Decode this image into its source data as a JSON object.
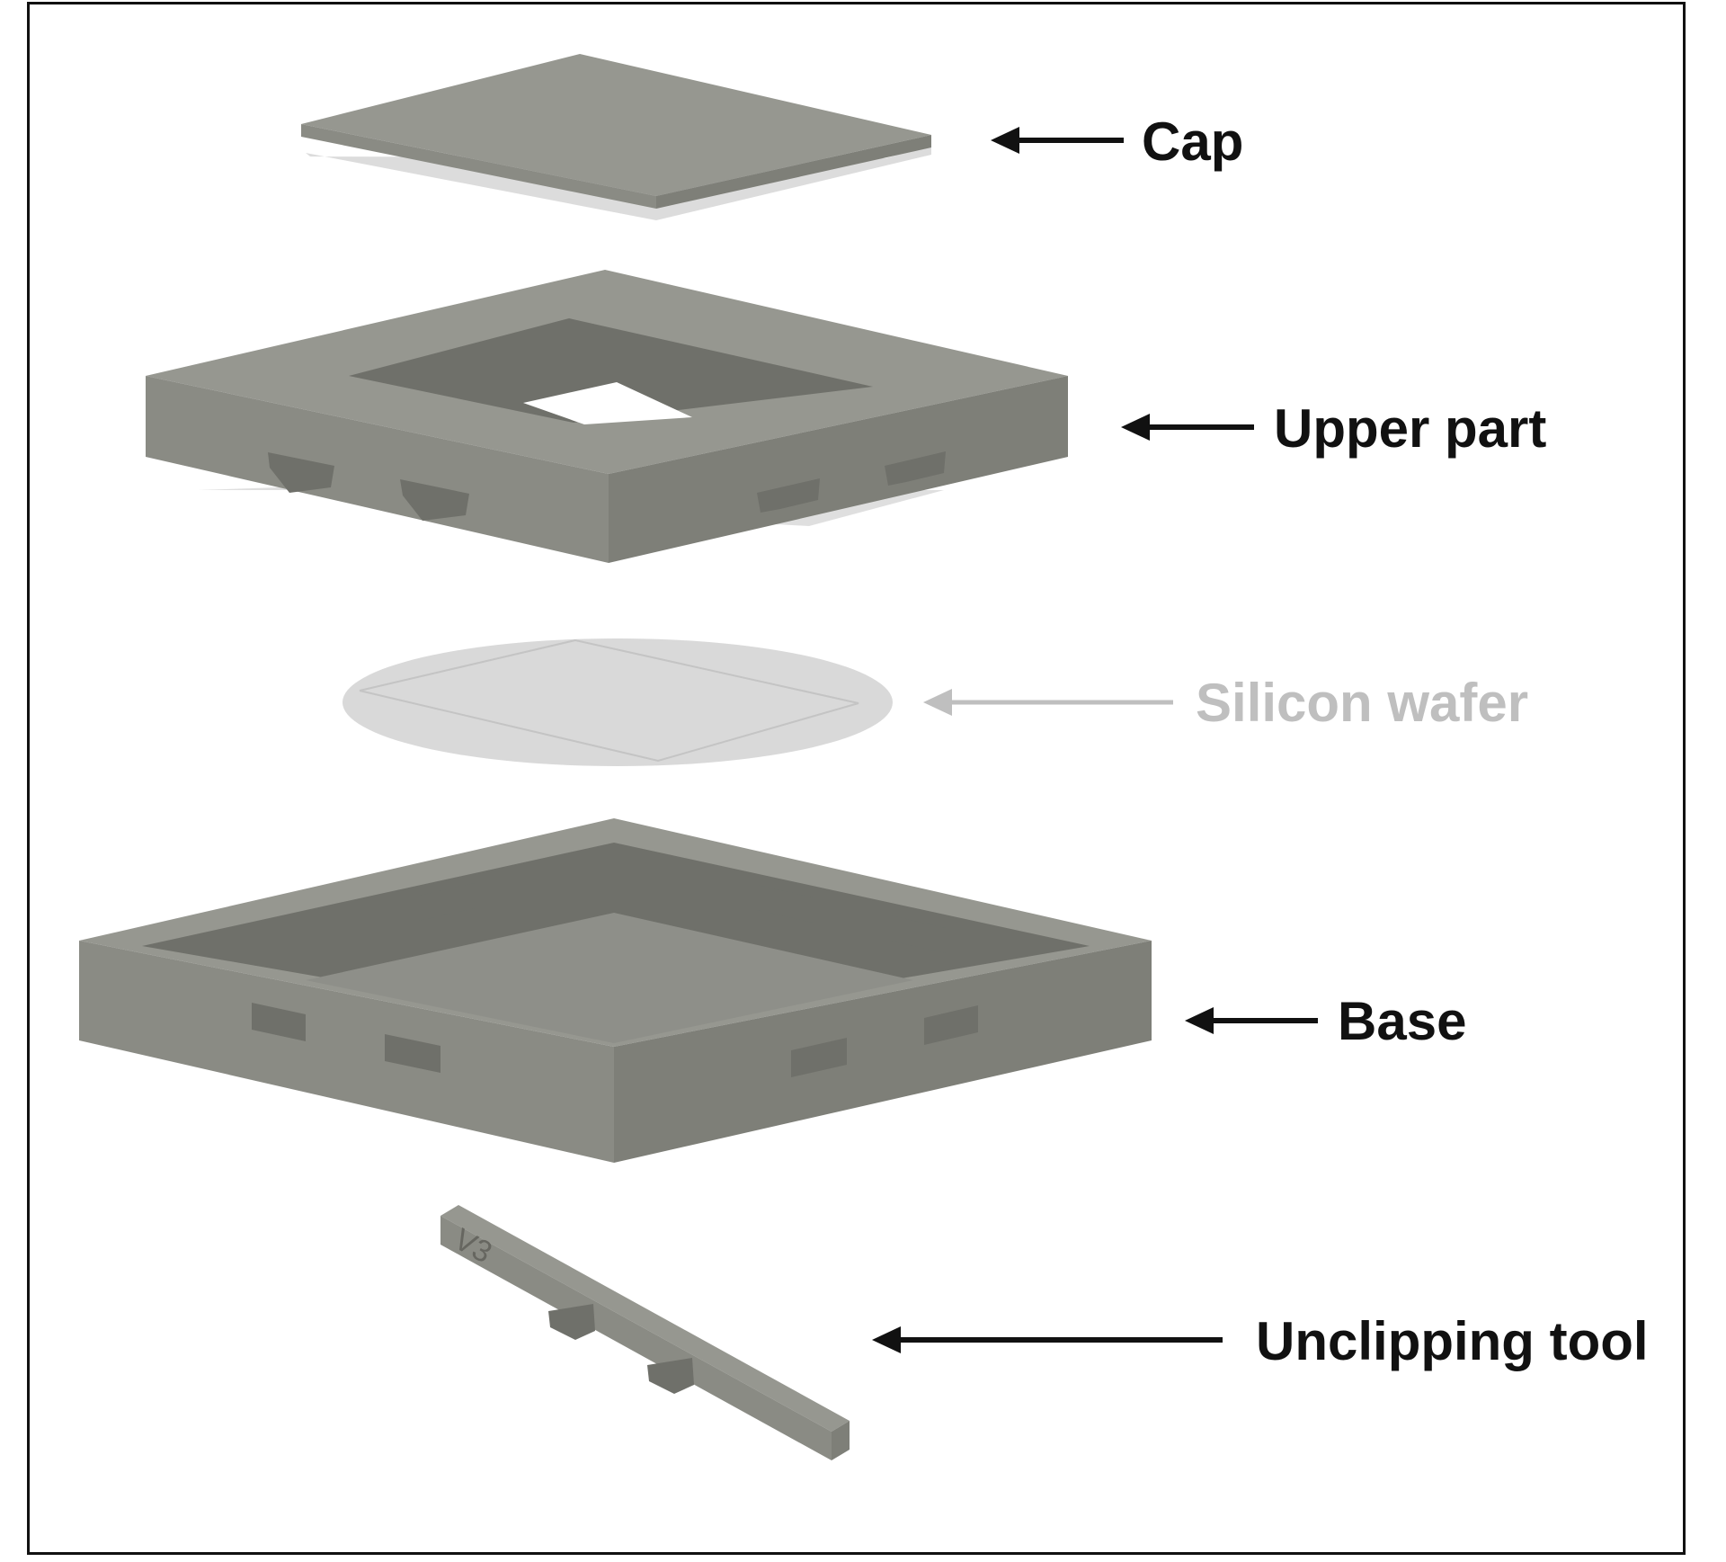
{
  "colors": {
    "part_top": "#969790",
    "part_left": "#8a8b84",
    "part_right": "#7e7f78",
    "part_inner": "#6f706a",
    "wafer": "#d9d9d9",
    "label": "#111111",
    "label_muted": "#bfbfbf"
  },
  "labels": {
    "cap": "Cap",
    "upper_part": "Upper part",
    "silicon_wafer": "Silicon wafer",
    "base": "Base",
    "unclipping_tool": "Unclipping tool"
  },
  "tool_engraving": "V3"
}
